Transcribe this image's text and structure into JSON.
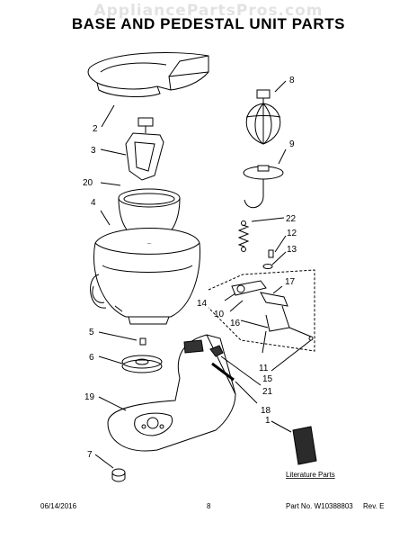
{
  "watermark": "AppliancePartsPros.com",
  "title": "BASE AND PEDESTAL UNIT PARTS",
  "callouts": [
    "1",
    "2",
    "3",
    "4",
    "5",
    "6",
    "7",
    "8",
    "9",
    "10",
    "11",
    "12",
    "13",
    "14",
    "15",
    "16",
    "17",
    "18",
    "19",
    "20",
    "21",
    "22"
  ],
  "literature_label": "Literature Parts",
  "footer": {
    "date": "06/14/2016",
    "page": "8",
    "part_no": "Part No.  W10388803",
    "rev": "Rev.  E"
  },
  "colors": {
    "line": "#000000",
    "shade": "#3a3a3a",
    "background": "#ffffff"
  }
}
